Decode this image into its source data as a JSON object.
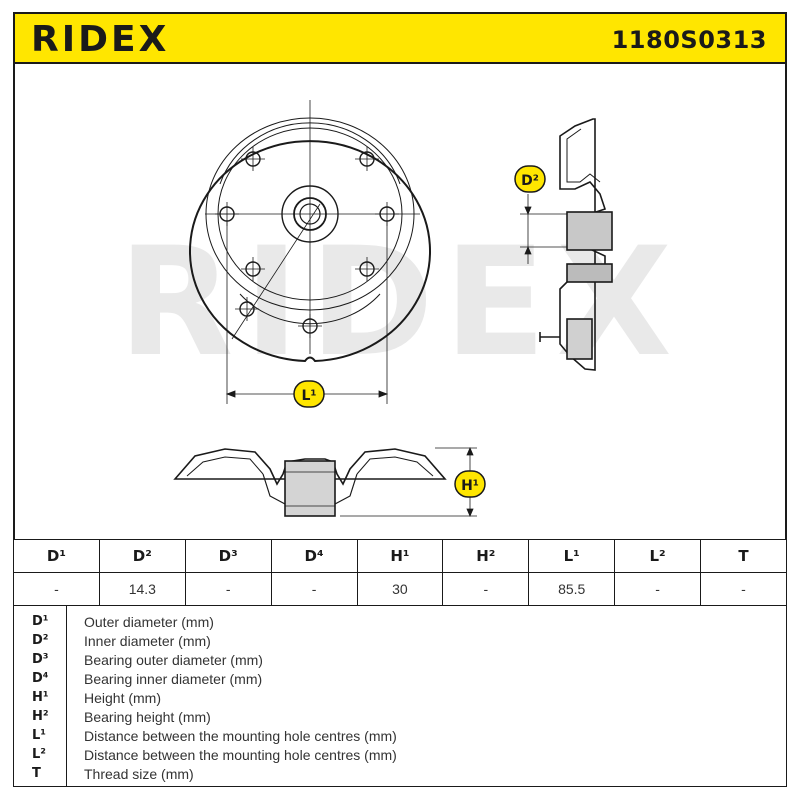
{
  "header": {
    "brand": "RIDEX",
    "part_number": "1180S0313"
  },
  "watermark": "RIDEX",
  "diagram_labels": {
    "d2": "D²",
    "l1": "L¹",
    "h1": "H¹"
  },
  "table": {
    "headers": [
      "D¹",
      "D²",
      "D³",
      "D⁴",
      "H¹",
      "H²",
      "L¹",
      "L²",
      "T"
    ],
    "values": [
      "-",
      "14.3",
      "-",
      "-",
      "30",
      "-",
      "85.5",
      "-",
      "-"
    ]
  },
  "legend": [
    {
      "key": "D¹",
      "desc": "Outer diameter (mm)"
    },
    {
      "key": "D²",
      "desc": "Inner diameter (mm)"
    },
    {
      "key": "D³",
      "desc": "Bearing outer diameter (mm)"
    },
    {
      "key": "D⁴",
      "desc": "Bearing inner diameter (mm)"
    },
    {
      "key": "H¹",
      "desc": "Height (mm)"
    },
    {
      "key": "H²",
      "desc": "Bearing height (mm)"
    },
    {
      "key": "L¹",
      "desc": "Distance between the mounting hole centres (mm)"
    },
    {
      "key": "L²",
      "desc": "Distance between the mounting hole centres (mm)"
    },
    {
      "key": "T",
      "desc": "Thread size (mm)"
    }
  ],
  "colors": {
    "header_bg": "#ffe600",
    "label_bg": "#ffe600",
    "line": "#1a1a1a",
    "watermark": "#e6e6e6"
  }
}
